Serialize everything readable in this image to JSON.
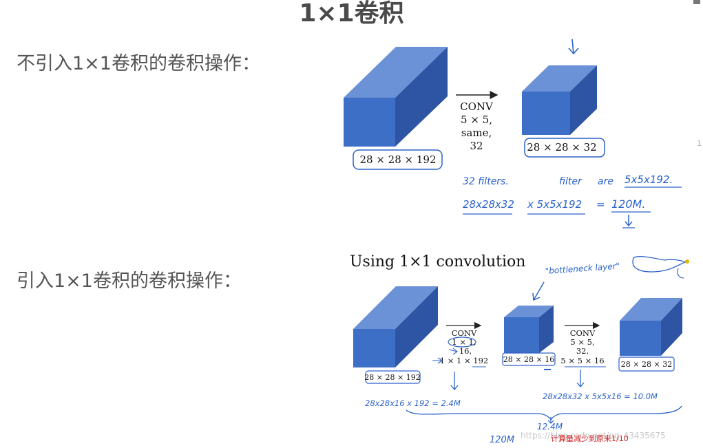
{
  "slide": {
    "title": "1×1卷积",
    "label_without": "不引入1×1卷积的卷积操作：",
    "label_with": "引入1×1卷积的卷积操作：",
    "side_number": "1"
  },
  "top_diagram": {
    "input_dim": "28 × 28 × 192",
    "conv_lines": [
      "CONV",
      "5 × 5,",
      "same,",
      "32"
    ],
    "output_dim": "28 × 28 × 32",
    "notes": {
      "filters": "32 filters.",
      "filter_size_prefix": "filter",
      "filter_size_are": "are",
      "filter_size": "5x5x192.",
      "calc_left": "28x28x32",
      "calc_mid": "x 5x5x192",
      "calc_eq": "=",
      "calc_result": "120M."
    }
  },
  "bottom_diagram": {
    "heading": "Using 1×1 convolution",
    "bottleneck_note": "\"bottleneck layer\"",
    "input_dim": "28 × 28 × 192",
    "conv1_lines": [
      "CONV",
      "1 × 1,",
      "16,",
      "1 × 1 × 192"
    ],
    "mid_dim": "28 × 28 × 16",
    "conv2_lines": [
      "CONV",
      "5 × 5,",
      "32,",
      "5 × 5 × 16"
    ],
    "output_dim": "28 × 28 × 32",
    "notes": {
      "calc1": "28x28x16 x 192 = 2.4M",
      "calc2": "28x28x32 x 5x5x16 = 10.0M",
      "total": "12.4M",
      "compare": "120M"
    },
    "watermark": "https://blog.csdn.net/qq_43435675",
    "red_note": "计算量减少到原来1/10"
  },
  "colors": {
    "cube_front": "#3e6fc6",
    "cube_top": "#6b91d6",
    "cube_side": "#2d55a3",
    "ink": "#2a62c9",
    "red": "#d42020"
  }
}
